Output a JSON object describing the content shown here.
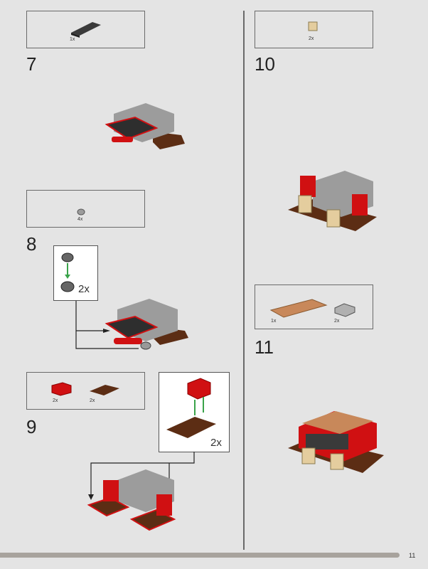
{
  "page_number": "11",
  "colors": {
    "background": "#e4e4e4",
    "red": "#d01012",
    "brown": "#5c2d14",
    "dark_gray": "#3a3a3a",
    "light_gray": "#a0a0a0",
    "tan": "#e4cd9e",
    "medium_nougat": "#c8885a",
    "arrow_green": "#3aa34a"
  },
  "steps": [
    {
      "number": "7",
      "parts": [
        {
          "qty": "1x",
          "name": "dark-gray-plate-1x4"
        }
      ]
    },
    {
      "number": "8",
      "parts": [
        {
          "qty": "4x",
          "name": "light-gray-round-plate"
        }
      ],
      "sub_assembly_qty": "2x"
    },
    {
      "number": "9",
      "parts": [
        {
          "qty": "2x",
          "name": "red-brick-1x2"
        },
        {
          "qty": "2x",
          "name": "brown-plate-2x2"
        }
      ],
      "sub_assembly_qty": "2x"
    },
    {
      "number": "10",
      "parts": [
        {
          "qty": "2x",
          "name": "tan-brick-1x1"
        }
      ]
    },
    {
      "number": "11",
      "parts": [
        {
          "qty": "1x",
          "name": "nougat-plate-2x6"
        },
        {
          "qty": "2x",
          "name": "gray-plate-2x2-side-studs"
        }
      ]
    }
  ]
}
